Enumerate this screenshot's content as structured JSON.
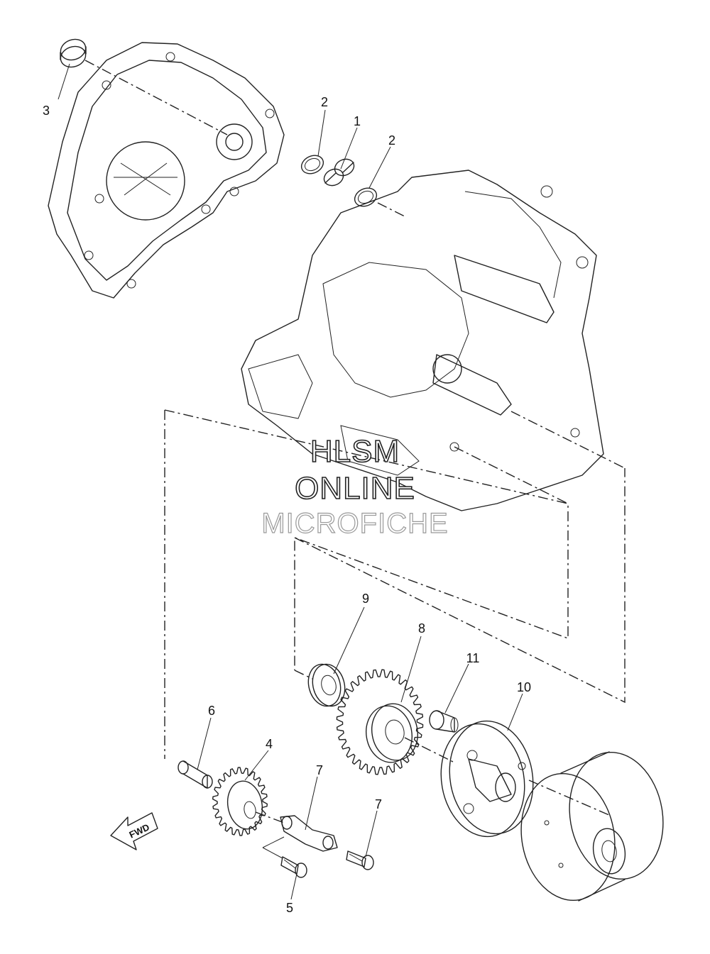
{
  "diagram": {
    "callouts": [
      {
        "id": "1",
        "label": "1"
      },
      {
        "id": "2a",
        "label": "2"
      },
      {
        "id": "2b",
        "label": "2"
      },
      {
        "id": "3",
        "label": "3"
      },
      {
        "id": "4",
        "label": "4"
      },
      {
        "id": "5",
        "label": "5"
      },
      {
        "id": "6",
        "label": "6"
      },
      {
        "id": "7a",
        "label": "7"
      },
      {
        "id": "7b",
        "label": "7"
      },
      {
        "id": "8",
        "label": "8"
      },
      {
        "id": "9",
        "label": "9"
      },
      {
        "id": "10",
        "label": "10"
      },
      {
        "id": "11",
        "label": "11"
      }
    ],
    "direction_arrow": {
      "label": "FWD",
      "icon": "fwd-arrow-icon"
    },
    "watermark": {
      "line1": "HLSM",
      "line2": "ONLINE",
      "line3": "MICROFICHE"
    }
  }
}
